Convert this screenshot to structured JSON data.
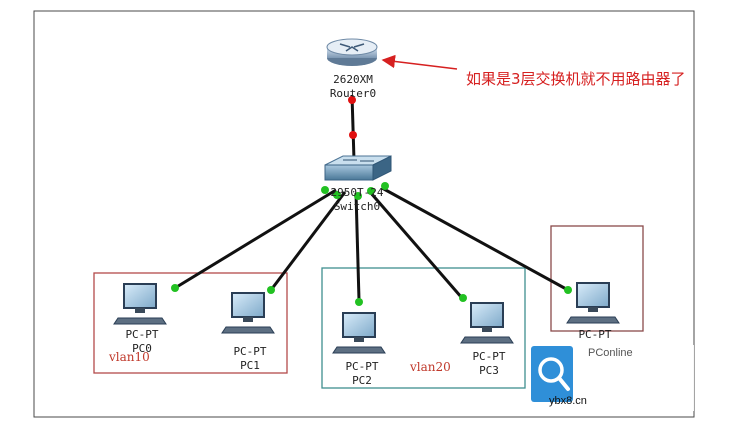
{
  "router": {
    "model": "2620XM",
    "name": "Router0"
  },
  "switch": {
    "model": "2950T-24",
    "name": "Switch0"
  },
  "pcs": [
    {
      "type": "PC-PT",
      "name": "PC0"
    },
    {
      "type": "PC-PT",
      "name": "PC1"
    },
    {
      "type": "PC-PT",
      "name": "PC2"
    },
    {
      "type": "PC-PT",
      "name": "PC3"
    },
    {
      "type": "PC-PT",
      "name": ""
    }
  ],
  "vlans": [
    {
      "label": "vlan10",
      "color": "#b34a4a"
    },
    {
      "label": "vlan20",
      "color": "#3f8f8f"
    },
    {
      "label": "",
      "color": "#8a4a4a"
    }
  ],
  "annotation": {
    "text": "如果是3层交换机就不用路由器了",
    "color": "#d62020"
  },
  "colors": {
    "link": "#111111",
    "port_up": "#22c122",
    "port_down": "#e01010"
  },
  "watermark": {
    "brand": "PConline",
    "site": "ybx8.cn",
    "icon": "magnifier-icon"
  }
}
